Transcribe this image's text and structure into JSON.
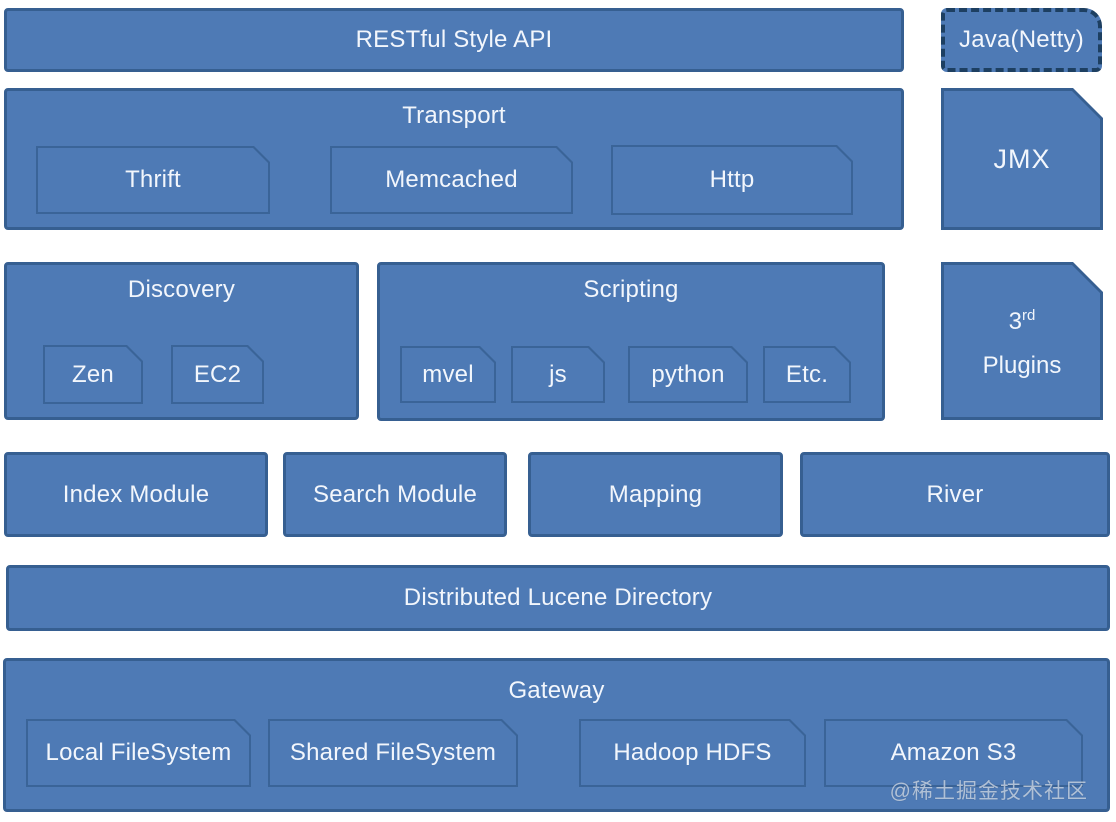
{
  "palette": {
    "box_fill": "#4e7ab5",
    "box_border": "#365f91",
    "inner_border": "#3a6498",
    "dashed_border": "#1d3f61",
    "label_color": "#f2f6fc",
    "watermark_color": "#c9d3e0"
  },
  "diagram": {
    "restful_api": {
      "label": "RESTful Style API"
    },
    "java_netty": {
      "label": "Java(Netty)"
    },
    "transport": {
      "label": "Transport",
      "children": [
        "Thrift",
        "Memcached",
        "Http"
      ]
    },
    "jmx": {
      "label": "JMX"
    },
    "discovery": {
      "label": "Discovery",
      "children": [
        "Zen",
        "EC2"
      ]
    },
    "scripting": {
      "label": "Scripting",
      "children": [
        "mvel",
        "js",
        "python",
        "Etc."
      ]
    },
    "plugins": {
      "num": "3",
      "sup": "rd",
      "word": "Plugins"
    },
    "modules": [
      "Index Module",
      "Search Module",
      "Mapping",
      "River"
    ],
    "lucene": {
      "label": "Distributed Lucene Directory"
    },
    "gateway": {
      "label": "Gateway",
      "children": [
        "Local FileSystem",
        "Shared FileSystem",
        "Hadoop HDFS",
        "Amazon S3"
      ]
    }
  },
  "watermark": {
    "text": "@稀土掘金技术社区"
  }
}
